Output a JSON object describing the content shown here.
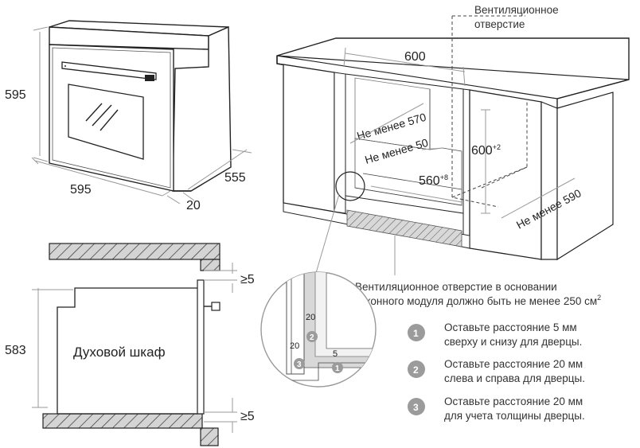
{
  "oven_view": {
    "height": "595",
    "width": "595",
    "depth": "555",
    "door_offset": "20"
  },
  "cabinet_view": {
    "vent_label_line1": "Вентиляционное",
    "vent_label_line2": "отверстие",
    "width_top": "600",
    "min_570": "Не менее 570",
    "min_50": "Не менее 50",
    "height_600": "600",
    "height_600_tol": "+2",
    "width_560": "560",
    "width_560_tol": "+8",
    "min_590": "Не менее 590"
  },
  "base_vent_note": {
    "line1": "Вентиляционное отверстие в основании",
    "line2": "кухонного модуля должно быть не менее 250 см",
    "sup": "2"
  },
  "section_view": {
    "height_583": "583",
    "gap_top": "≥5",
    "gap_bottom": "≥5",
    "label": "Духовой шкаф"
  },
  "detail_view": {
    "gap_20_a": "20",
    "gap_20_b": "20",
    "gap_5": "5"
  },
  "instructions": [
    {
      "number": "1",
      "line1": "Оставьте расстояние 5 мм",
      "line2": "сверху и снизу для дверцы."
    },
    {
      "number": "2",
      "line1": "Оставьте расстояние 20 мм",
      "line2": "слева и справа для дверцы."
    },
    {
      "number": "3",
      "line1": "Оставьте расстояние 20 мм",
      "line2": "для учета толщины дверцы."
    }
  ]
}
